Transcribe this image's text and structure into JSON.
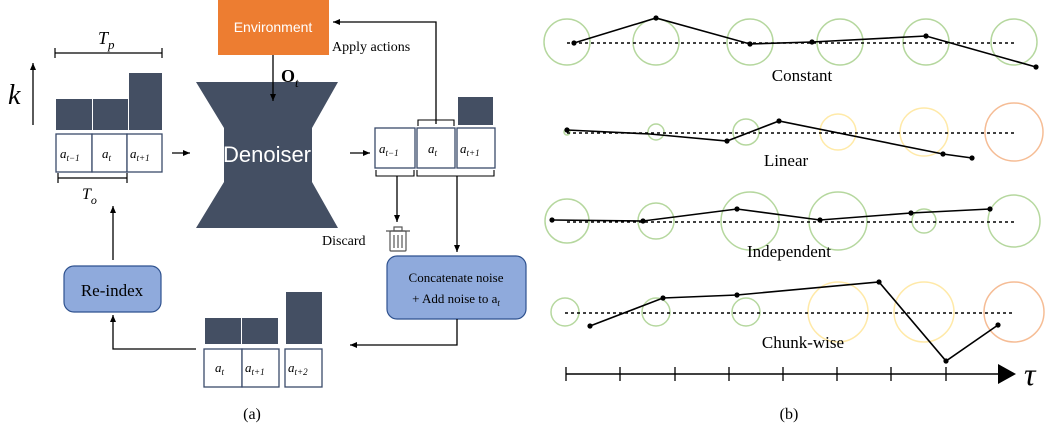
{
  "panel_a": {
    "environment_label": "Environment",
    "apply_actions_label": "Apply actions",
    "observation_label": "O",
    "observation_sub": "t",
    "k_label": "k",
    "tp_label": "T",
    "tp_sub": "p",
    "to_label": "T",
    "to_sub": "o",
    "denoiser_label": "Denoiser",
    "discard_label": "Discard",
    "concat_line1": "Concatenate noise",
    "concat_line2": "+ Add noise to a",
    "concat_sub": "t",
    "reindex_label": "Re-index",
    "caption": "(a)",
    "tokens_left": [
      {
        "base": "a",
        "sub": "t−1"
      },
      {
        "base": "a",
        "sub": "t"
      },
      {
        "base": "a",
        "sub": "t+1"
      }
    ],
    "tokens_right": [
      {
        "base": "a",
        "sub": "t−1"
      },
      {
        "base": "a",
        "sub": "t"
      },
      {
        "base": "a",
        "sub": "t+1"
      }
    ],
    "tokens_bottom": [
      {
        "base": "a",
        "sub": "t"
      },
      {
        "base": "a",
        "sub": "t+1"
      },
      {
        "base": "a",
        "sub": "t+2"
      }
    ],
    "colors": {
      "environment": "#ed7d31",
      "token_dark": "#444f63",
      "blue_box": "#8faadc",
      "blue_box_border": "#2f528f"
    }
  },
  "panel_b": {
    "tau_label": "τ",
    "caption": "(b)",
    "schedules": [
      "Constant",
      "Linear",
      "Independent",
      "Chunk-wise"
    ],
    "colors": {
      "low_noise": "#a9d18e",
      "mid_noise": "#ffe699",
      "high_noise": "#f4b183"
    }
  }
}
